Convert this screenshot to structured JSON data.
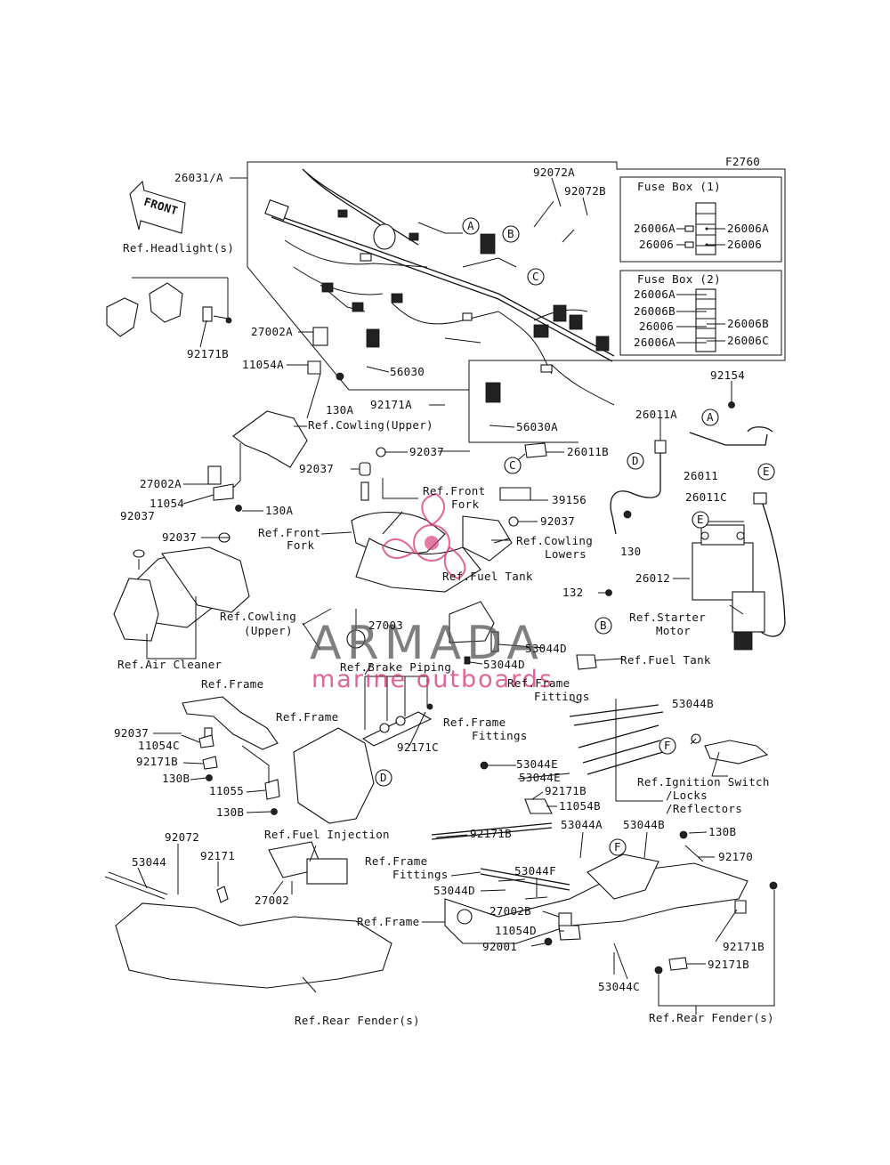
{
  "figure_code": "F2760",
  "front_arrow": "FRONT",
  "watermark": {
    "brand": "ARMADA",
    "tagline": "marine outboards",
    "color": "#d8417f"
  },
  "fuse_box_1": {
    "title": "Fuse Box (1)",
    "left": [
      "26006A",
      "26006"
    ],
    "right": [
      "26006A",
      "26006"
    ]
  },
  "fuse_box_2": {
    "title": "Fuse Box (2)",
    "left": [
      "26006A",
      "26006B",
      "26006",
      "26006A"
    ],
    "right": [
      "26006B",
      "26006C"
    ]
  },
  "callouts": {
    "a": "A",
    "b": "B",
    "c": "C",
    "d": "D",
    "e": "E",
    "f": "F"
  },
  "labels": {
    "p26031": "26031/A",
    "p92072A": "92072A",
    "p92072B": "92072B",
    "ref_headlight": "Ref.Headlight(s)",
    "p92171B_1": "92171B",
    "p27002A_1": "27002A",
    "p11054A": "11054A",
    "p130A_1": "130A",
    "p56030": "56030",
    "p92171A": "92171A",
    "p56030A": "56030A",
    "ref_cowling_upper_1": "Ref.Cowling(Upper)",
    "p92154": "92154",
    "p26011A": "26011A",
    "p26011": "26011",
    "p26011B": "26011B",
    "p92037_1": "92037",
    "p92037_2": "92037",
    "ref_front_fork_1a": "Ref.Front",
    "ref_front_fork_1b": "Fork",
    "p27002A_2": "27002A",
    "p11054": "11054",
    "p130A_2": "130A",
    "p39156": "39156",
    "p26011C": "26011C",
    "p92037_3": "92037",
    "p92037_4": "92037",
    "p92037_5": "92037",
    "ref_front_fork_2a": "Ref.Front",
    "ref_front_fork_2b": "Fork",
    "ref_cowling_lowers_a": "Ref.Cowling",
    "ref_cowling_lowers_b": "Lowers",
    "p130": "130",
    "ref_fuel_tank_1": "Ref.Fuel Tank",
    "p26012": "26012",
    "p132": "132",
    "ref_cowling_upper_2a": "Ref.Cowling",
    "ref_cowling_upper_2b": "(Upper)",
    "p27003": "27003",
    "ref_starter_a": "Ref.Starter",
    "ref_starter_b": "Motor",
    "ref_air_cleaner": "Ref.Air Cleaner",
    "p53044D_1": "53044D",
    "p53044D_2": "53044D",
    "ref_fuel_tank_2": "Ref.Fuel Tank",
    "ref_brake_piping": "Ref.Brake Piping",
    "ref_frame_1": "Ref.Frame",
    "ref_frame_fittings_1a": "Ref.Frame",
    "ref_frame_fittings_1b": "Fittings",
    "p53044B_1": "53044B",
    "ref_frame_2": "Ref.Frame",
    "p92037_6": "92037",
    "p11054C": "11054C",
    "p92171B_2": "92171B",
    "p130B_1": "130B",
    "p11055": "11055",
    "p130B_2": "130B",
    "p92171C": "92171C",
    "ref_frame_fittings_2a": "Ref.Frame",
    "ref_frame_fittings_2b": "Fittings",
    "p53044E_1": "53044E",
    "p53044E_2": "53044E",
    "ref_ignition_a": "Ref.Ignition Switch",
    "ref_ignition_b": "/Locks",
    "ref_ignition_c": "/Reflectors",
    "p92171B_3": "92171B",
    "p11054B": "11054B",
    "p92171B_4": "92171B",
    "p53044A": "53044A",
    "p53044B_2": "53044B",
    "p130B_3": "130B",
    "ref_fuel_injection": "Ref.Fuel Injection",
    "p92072": "92072",
    "p53044": "53044",
    "p92171": "92171",
    "ref_frame_fittings_3a": "Ref.Frame",
    "ref_frame_fittings_3b": "Fittings",
    "p92170": "92170",
    "p53044F": "53044F",
    "p53044D_3": "53044D",
    "p27002": "27002",
    "ref_frame_3": "Ref.Frame",
    "p92171B_5": "92171B",
    "p27002B": "27002B",
    "p92171B_6": "92171B",
    "p11054D": "11054D",
    "p53044C": "53044C",
    "p92001": "92001",
    "ref_rear_fender_1": "Ref.Rear Fender(s)",
    "ref_rear_fender_2": "Ref.Rear Fender(s)"
  }
}
